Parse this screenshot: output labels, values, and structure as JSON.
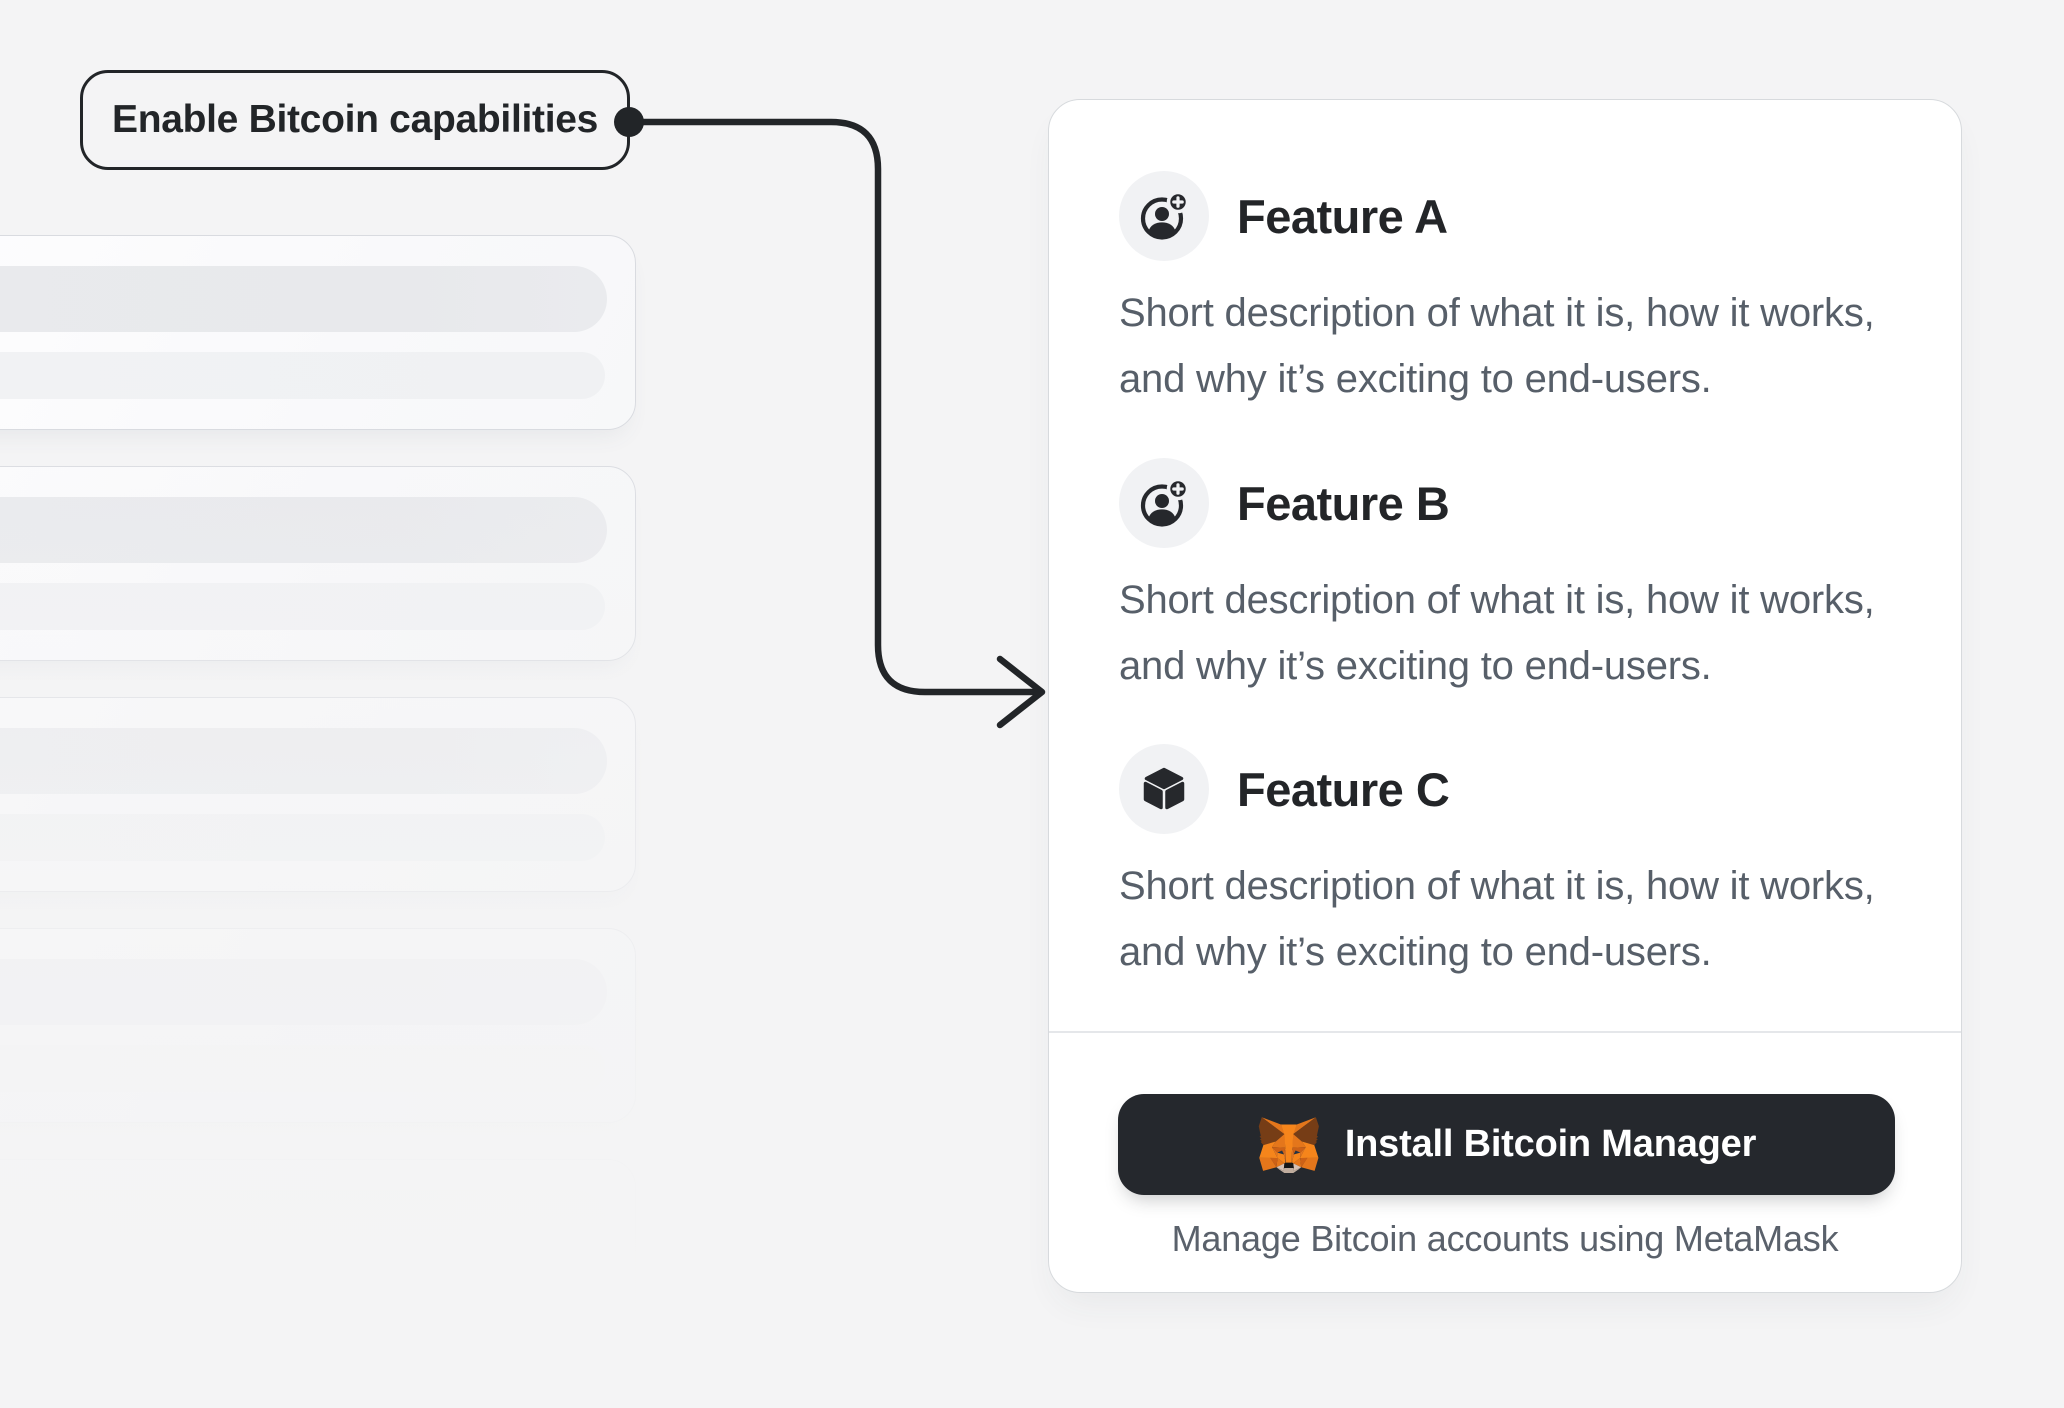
{
  "theme": {
    "page_bg": "#f4f4f5",
    "ink": "#222528",
    "heading_color": "#232528",
    "body_text_color": "#575f69",
    "card_bg": "#ffffff",
    "card_border": "#d7dadd",
    "icon_bubble_bg": "#f1f2f4",
    "button_bg": "#25282d",
    "button_text_color": "#ffffff",
    "connector_color": "#222528",
    "skeleton_pill_dark": "#e8e9ec",
    "skeleton_pill_light": "#f0f1f3",
    "metamask_orange": "#f6851b"
  },
  "callout": {
    "label": "Enable Bitcoin capabilities"
  },
  "skeleton": {
    "card_count": 5
  },
  "features_card": {
    "items": [
      {
        "icon": "user-add-icon",
        "title": "Feature A",
        "description": "Short description of what it is, how it works, and why it’s exciting to end-users."
      },
      {
        "icon": "user-add-icon",
        "title": "Feature B",
        "description": "Short description of what it is, how it works, and why it’s exciting to end-users."
      },
      {
        "icon": "cube-icon",
        "title": "Feature C",
        "description": "Short description of what it is, how it works, and why it’s exciting to end-users."
      }
    ],
    "install_button": {
      "icon": "metamask-fox-icon",
      "label": "Install Bitcoin Manager"
    },
    "caption": "Manage Bitcoin accounts using MetaMask"
  }
}
